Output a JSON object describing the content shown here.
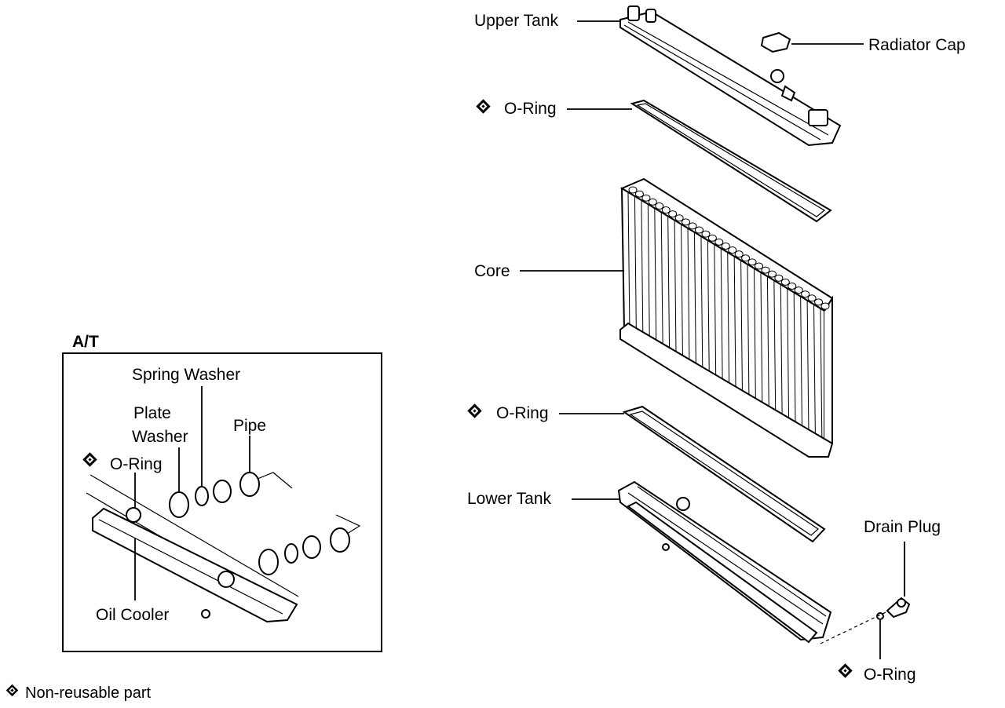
{
  "labels": {
    "upper_tank": "Upper Tank",
    "radiator_cap": "Radiator Cap",
    "o_ring_1": "O-Ring",
    "core": "Core",
    "o_ring_2": "O-Ring",
    "lower_tank": "Lower Tank",
    "drain_plug": "Drain Plug",
    "o_ring_3": "O-Ring",
    "inset_title": "A/T",
    "spring_washer": "Spring Washer",
    "plate_washer_line1": "Plate",
    "plate_washer_line2": "Washer",
    "pipe": "Pipe",
    "inset_o_ring": "O-Ring",
    "oil_cooler": "Oil Cooler",
    "legend": "Non-reusable part"
  },
  "icons": {
    "non_reusable": "diamond-icon"
  }
}
